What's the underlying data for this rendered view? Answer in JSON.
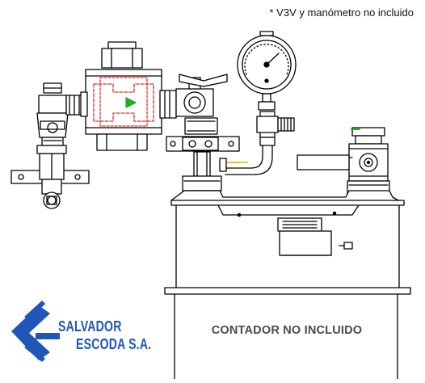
{
  "header": {
    "note": "* V3V y manómetro no incluido"
  },
  "meter": {
    "caption": "CONTADOR NO INCLUIDO"
  },
  "brand": {
    "line1": "SALVADOR",
    "line2": "ESCODA S.A.",
    "color": "#1f56b8"
  },
  "colors": {
    "line": "#000000",
    "regulator_outline": "#e0302a",
    "flow_arrow": "#19b31c",
    "seal": "#19b31c",
    "pipe_accent": "#e8c21a",
    "caption": "#4a4a4a"
  }
}
